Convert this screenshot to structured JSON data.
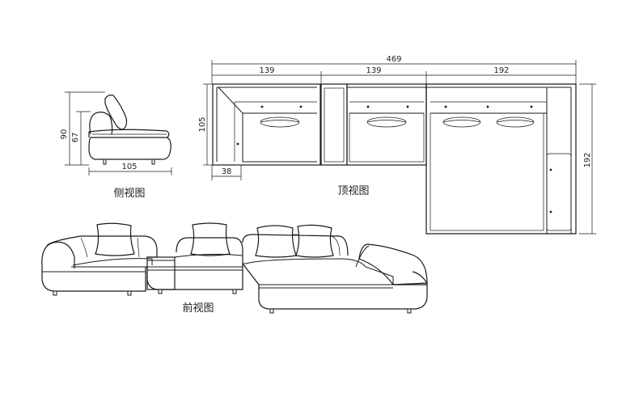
{
  "views": {
    "side": {
      "label": "侧视图"
    },
    "top": {
      "label": "顶视图"
    },
    "front": {
      "label": "前视图"
    }
  },
  "dimensions": {
    "total_width": "469",
    "segment_1": "139",
    "segment_2": "139",
    "segment_3": "192",
    "top_depth": "105",
    "chaise_length": "192",
    "arm_width": "38",
    "side_height": "90",
    "side_seat_height": "67",
    "side_depth": "105"
  },
  "colors": {
    "line": "#1a1a1a",
    "background": "#ffffff"
  }
}
